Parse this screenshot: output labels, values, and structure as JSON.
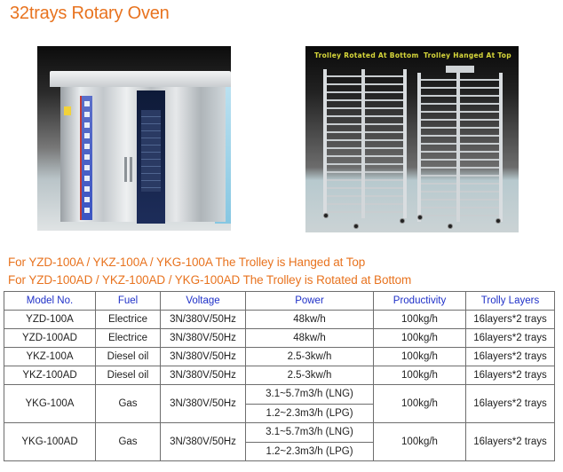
{
  "title": "32trays Rotary Oven",
  "images": {
    "oven": {
      "alt": "Rotary oven photo"
    },
    "trolley": {
      "alt": "Trolley photos",
      "captions": [
        "Trolley Rotated At Bottom",
        "Trolley Hanged At Top"
      ]
    }
  },
  "notes": [
    "For YZD-100A / YKZ-100A / YKG-100A The Trolley is Hanged at Top",
    "For YZD-100AD / YKZ-100AD / YKG-100AD The Trolley is Rotated at Bottom"
  ],
  "colors": {
    "accent_orange": "#e8731f",
    "header_blue": "#1f30c8",
    "border": "#6e6e6e"
  },
  "table": {
    "headers": [
      "Model No.",
      "Fuel",
      "Voltage",
      "Power",
      "Productivity",
      "Trolly Layers"
    ],
    "rows": [
      {
        "model": "YZD-100A",
        "fuel": "Electrice",
        "voltage": "3N/380V/50Hz",
        "power": [
          "48kw/h"
        ],
        "productivity": "100kg/h",
        "layers": "16layers*2 trays"
      },
      {
        "model": "YZD-100AD",
        "fuel": "Electrice",
        "voltage": "3N/380V/50Hz",
        "power": [
          "48kw/h"
        ],
        "productivity": "100kg/h",
        "layers": "16layers*2 trays"
      },
      {
        "model": "YKZ-100A",
        "fuel": "Diesel oil",
        "voltage": "3N/380V/50Hz",
        "power": [
          "2.5-3kw/h"
        ],
        "productivity": "100kg/h",
        "layers": "16layers*2 trays"
      },
      {
        "model": "YKZ-100AD",
        "fuel": "Diesel oil",
        "voltage": "3N/380V/50Hz",
        "power": [
          "2.5-3kw/h"
        ],
        "productivity": "100kg/h",
        "layers": "16layers*2 trays"
      },
      {
        "model": "YKG-100A",
        "fuel": "Gas",
        "voltage": "3N/380V/50Hz",
        "power": [
          "3.1~5.7m3/h (LNG)",
          "1.2~2.3m3/h (LPG)"
        ],
        "productivity": "100kg/h",
        "layers": "16layers*2 trays"
      },
      {
        "model": "YKG-100AD",
        "fuel": "Gas",
        "voltage": "3N/380V/50Hz",
        "power": [
          "3.1~5.7m3/h (LNG)",
          "1.2~2.3m3/h (LPG)"
        ],
        "productivity": "100kg/h",
        "layers": "16layers*2 trays"
      }
    ]
  }
}
